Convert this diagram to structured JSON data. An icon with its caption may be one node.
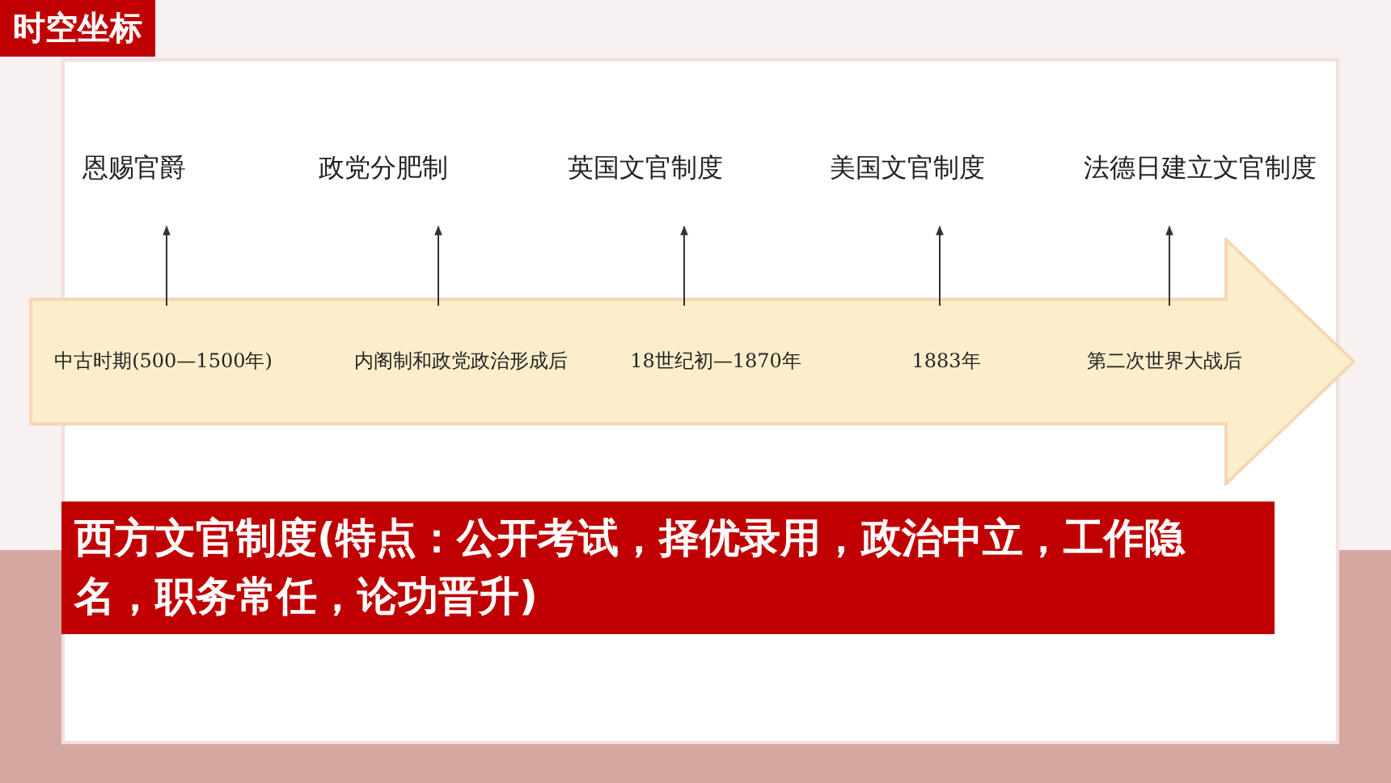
{
  "diagram": {
    "title": "时空坐标",
    "nodes": [
      {
        "text": [],
        "shape": "arrow"
      },
      {
        "text": [
          "中古时期(500—1500年)"
        ],
        "in": 0
      },
      {
        "text": [
          "内阁制和政党政治形成后"
        ],
        "in": 0
      },
      {
        "text": [
          "18世纪初—1870年"
        ],
        "in": 0
      },
      {
        "text": [
          "1883年"
        ],
        "in": 0
      },
      {
        "text": [
          "第二次世界大战后"
        ],
        "in": 0
      },
      {
        "text": [
          "恩赐官爵"
        ]
      },
      {
        "text": [
          "政党分肥制"
        ]
      },
      {
        "text": [
          "英国文官制度"
        ]
      },
      {
        "text": [
          "美国文官制度"
        ]
      },
      {
        "text": [
          "法德日建立文官制度"
        ]
      }
    ],
    "edges": [
      {
        "from": 1,
        "to": 6,
        "arrow": "to"
      },
      {
        "from": 2,
        "to": 7,
        "arrow": "to"
      },
      {
        "from": 3,
        "to": 8,
        "arrow": "to"
      },
      {
        "from": 4,
        "to": 9,
        "arrow": "to"
      },
      {
        "from": 5,
        "to": 10,
        "arrow": "to"
      }
    ],
    "labels": [
      "西方文官制度(特点：公开考试，择优录用，政治中立，工作隐名，职务常任，论功晋升)"
    ]
  }
}
